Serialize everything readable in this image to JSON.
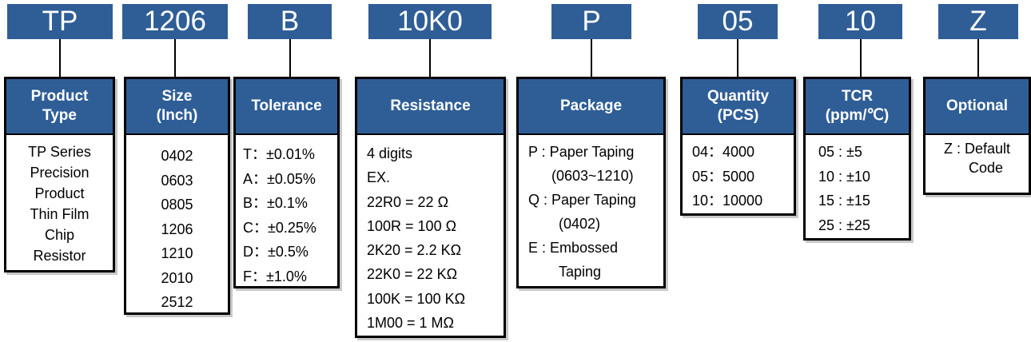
{
  "codes": [
    "TP",
    "1206",
    "B",
    "10K0",
    "P",
    "05",
    "10",
    "Z"
  ],
  "columns": [
    {
      "header": [
        "Product",
        "Type"
      ],
      "lines": [
        "TP Series",
        "Precision",
        "Product",
        "Thin Film",
        "Chip",
        "Resistor"
      ]
    },
    {
      "header": [
        "Size",
        "(Inch)"
      ],
      "lines": [
        "0402",
        "0603",
        "0805",
        "1206",
        "1210",
        "2010",
        "2512"
      ]
    },
    {
      "header": [
        "Tolerance"
      ],
      "lines": [
        "T：±0.01%",
        "A：±0.05%",
        "B：±0.1%",
        "C：±0.25%",
        "D：±0.5%",
        "F：±1.0%"
      ]
    },
    {
      "header": [
        "Resistance"
      ],
      "lines": [
        "4 digits",
        "EX.",
        "22R0 = 22 Ω",
        "100R = 100 Ω",
        "2K20 = 2.2 KΩ",
        "22K0 = 22 KΩ",
        "100K = 100 KΩ",
        "1M00 = 1 MΩ"
      ]
    },
    {
      "header": [
        "Package"
      ],
      "lines": [
        "P : Paper Taping",
        "(0603~1210)",
        "Q : Paper Taping",
        "(0402)",
        "E : Embossed",
        "Taping"
      ]
    },
    {
      "header": [
        "Quantity",
        "(PCS)"
      ],
      "lines": [
        "04：4000",
        "05：5000",
        "10：10000"
      ]
    },
    {
      "header": [
        "TCR",
        "(ppm/℃)"
      ],
      "lines": [
        "05 : ±5",
        "10 : ±10",
        "15 : ±15",
        "25 : ±25"
      ]
    },
    {
      "header": [
        "Optional"
      ],
      "lines": [
        "Z : Default",
        "Code"
      ]
    }
  ]
}
